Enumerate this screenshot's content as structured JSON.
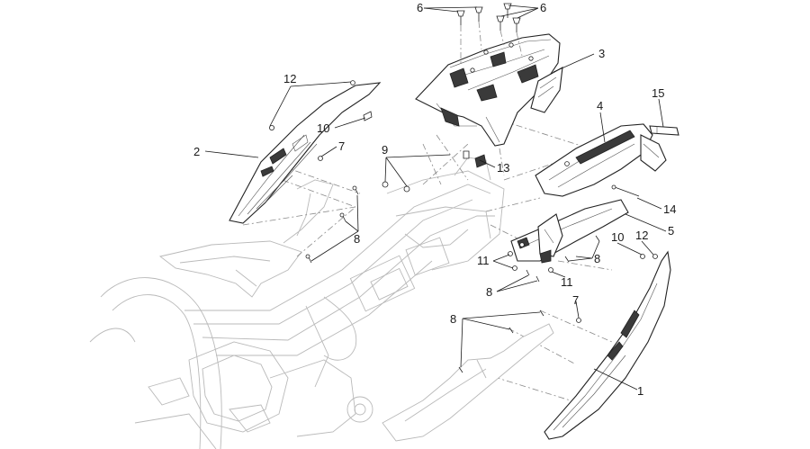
{
  "callouts": {
    "c1": "1",
    "c2": "2",
    "c3": "3",
    "c4": "4",
    "c5": "5",
    "c6a": "6",
    "c6b": "6",
    "c7a": "7",
    "c7b": "7",
    "c8a": "8",
    "c8b": "8",
    "c8c": "8",
    "c8d": "8",
    "c9": "9",
    "c10a": "10",
    "c10b": "10",
    "c11a": "11",
    "c11b": "11",
    "c12a": "12",
    "c12b": "12",
    "c13": "13",
    "c14": "14",
    "c15": "15"
  }
}
